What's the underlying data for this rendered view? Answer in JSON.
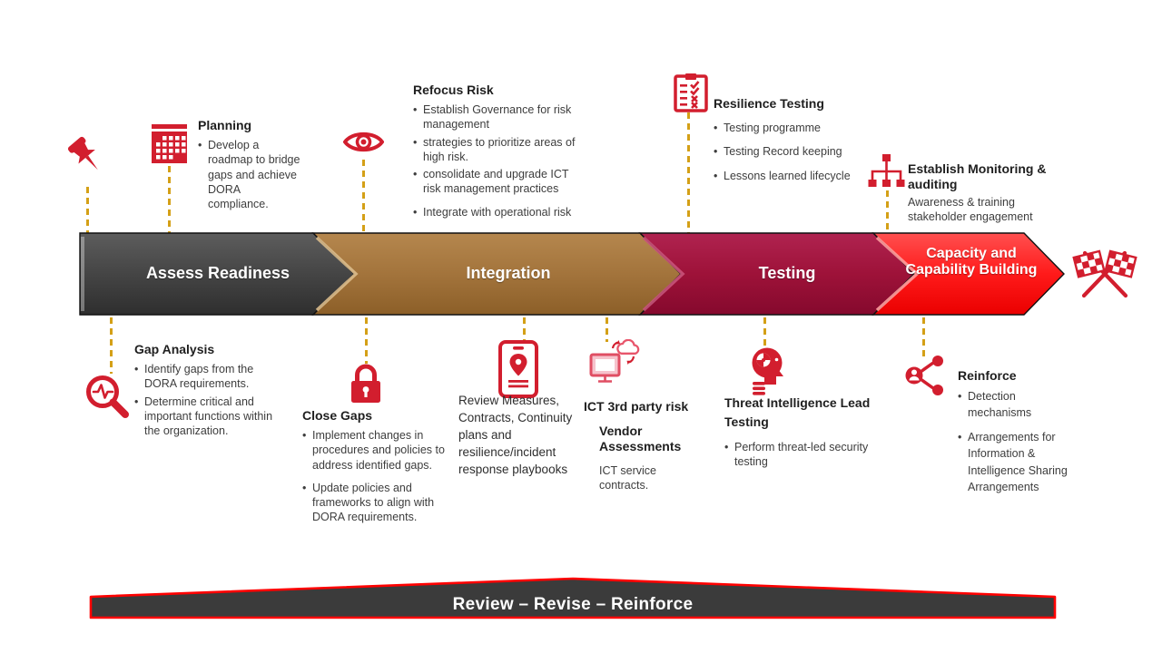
{
  "colors": {
    "icon_red": "#D21E2E",
    "icon_pink": "#E8556B",
    "connector_gold": "#D4A017",
    "arrow_gray": "#454545",
    "arrow_brown": "#A3743C",
    "arrow_maroon": "#9E1239",
    "arrow_red": "#FF1A1A",
    "banner_fill": "#3B3B3B",
    "banner_border": "#FF0000"
  },
  "icons": [
    "pushpin-icon",
    "calendar-icon",
    "eye-icon",
    "clipboard-checklist-icon",
    "org-chart-icon",
    "magnifier-pulse-icon",
    "padlock-icon",
    "phone-location-icon",
    "cloud-sync-monitor-icon",
    "threat-head-icon",
    "share-network-icon",
    "checkered-flags-icon"
  ],
  "arrows": [
    {
      "label": "Assess Readiness"
    },
    {
      "label": "Integration"
    },
    {
      "label": "Testing"
    },
    {
      "label": "Capacity and Capability Building"
    }
  ],
  "top_callouts": {
    "planning": {
      "title": "Planning",
      "bullets": [
        "Develop a roadmap to bridge gaps and achieve DORA compliance."
      ]
    },
    "refocus": {
      "title": "Refocus Risk",
      "bullets": [
        "Establish Governance for risk management",
        "strategies to prioritize areas of high risk.",
        "consolidate and upgrade ICT risk management practices",
        "Integrate with operational risk"
      ]
    },
    "resilience": {
      "title": "Resilience Testing",
      "bullets": [
        "Testing programme",
        "Testing Record keeping",
        "Lessons learned lifecycle"
      ]
    },
    "monitoring": {
      "title": "Establish Monitoring & auditing",
      "subtitle": "Awareness & training stakeholder engagement"
    }
  },
  "bottom_callouts": {
    "gap": {
      "title": "Gap Analysis",
      "bullets": [
        "Identify gaps from the DORA requirements.",
        "Determine critical and important functions within the organization."
      ]
    },
    "close": {
      "title": "Close Gaps",
      "bullets": [
        "Implement changes in procedures and policies to address identified gaps.",
        "Update policies and frameworks to align with DORA requirements."
      ]
    },
    "review": {
      "text": "Review Measures, Contracts, Continuity plans and resilience/incident response playbooks"
    },
    "ict": {
      "title": "ICT 3rd party risk",
      "vendor": "Vendor Assessments",
      "contracts": "ICT service contracts."
    },
    "threat": {
      "title": "Threat Intelligence Lead Testing",
      "bullets": [
        "Perform threat-led security testing"
      ]
    },
    "reinforce": {
      "title": "Reinforce",
      "bullets": [
        "Detection mechanisms",
        "Arrangements for Information & Intelligence Sharing Arrangements"
      ]
    }
  },
  "banner": {
    "label": "Review – Revise – Reinforce"
  }
}
